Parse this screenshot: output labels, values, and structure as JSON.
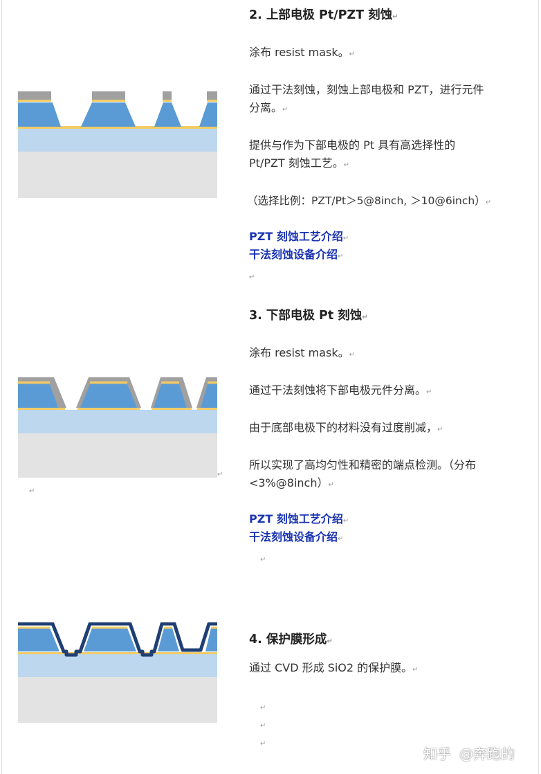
{
  "para_mark": "↵",
  "section2": {
    "heading": "2.  上部电极 Pt/PZT 刻蚀",
    "p1": "涂布 resist mask。",
    "p2a": "通过干法刻蚀，刻蚀上部电极和 PZT，进行元件",
    "p2b": "分离。",
    "p3a": "提供与作为下部电极的 Pt 具有高选择性的",
    "p3b": "Pt/PZT 刻蚀工艺。",
    "p4": "（选择比例：PZT/Pt＞5@8inch, ＞10@6inch）",
    "link1": "PZT 刻蚀工艺介绍",
    "link2": "干法刻蚀设备介绍"
  },
  "section3": {
    "heading": "3.  下部电极 Pt 刻蚀",
    "p1": "涂布 resist mask。",
    "p2": "通过干法刻蚀将下部电极元件分离。",
    "p3": "由于底部电极下的材料没有过度削减，",
    "p4a": "所以实现了高均匀性和精密的端点检测。（分布",
    "p4b": "<3%@8inch）",
    "link1": "PZT 刻蚀工艺介绍",
    "link2": "干法刻蚀设备介绍"
  },
  "section4": {
    "heading": "4.  保护膜形成",
    "p1": "通过 CVD 形成 SiO2 的保护膜。"
  },
  "watermark": {
    "brand": "知乎",
    "user": "@奔跑的"
  },
  "colors": {
    "pzt": "#5b9bd5",
    "pzt_dark": "#2e5f8f",
    "electrode": "#f2cc66",
    "resist": "#a0a0a0",
    "substrate_top": "#bdd7ee",
    "substrate_bottom": "#e3e3e3",
    "link": "#1a33b3"
  }
}
